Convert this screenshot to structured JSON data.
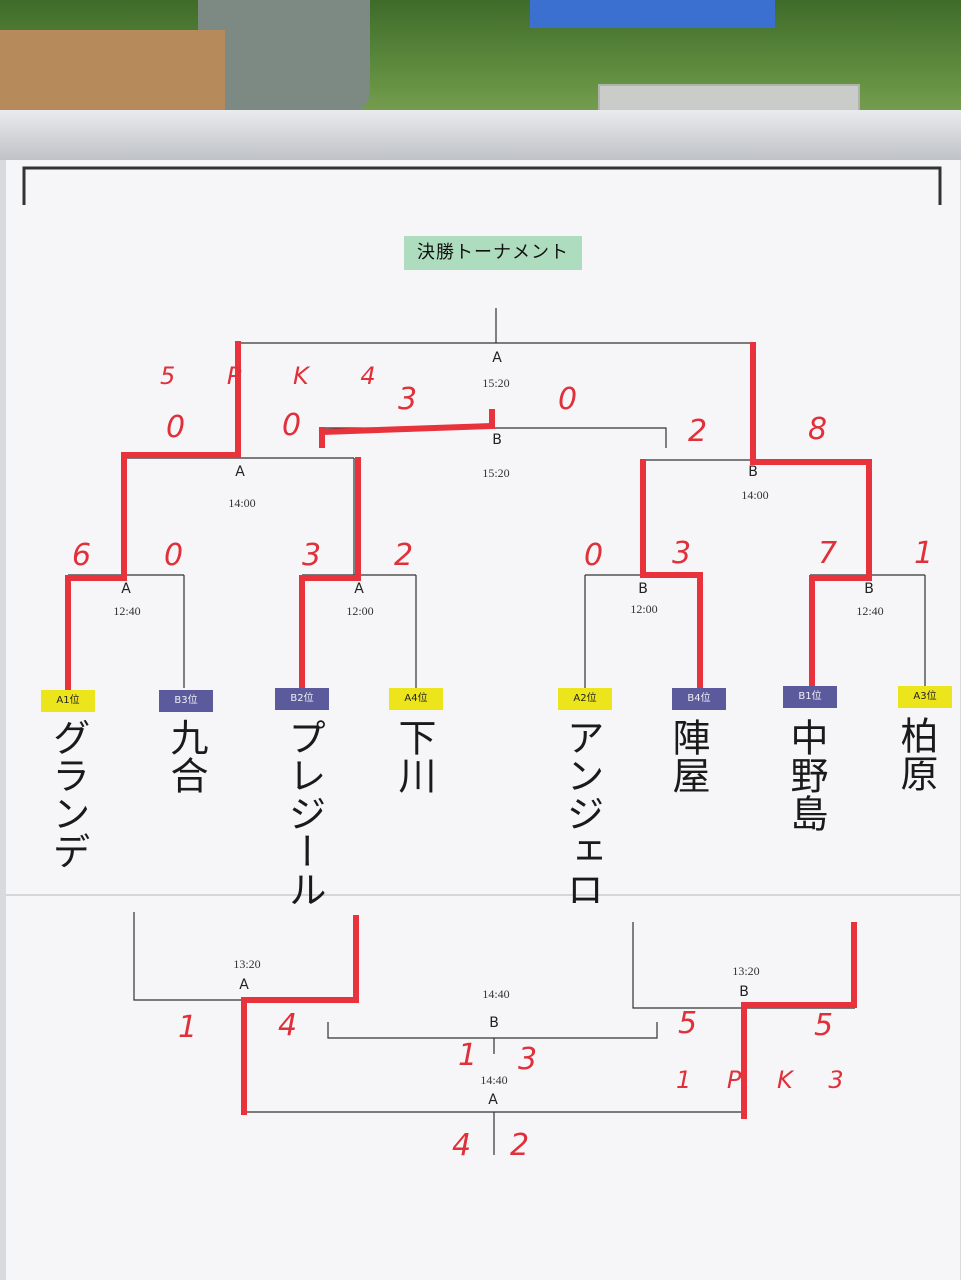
{
  "title": "決勝トーナメント",
  "badges": [
    "A1位",
    "B3位",
    "B2位",
    "A4位",
    "A2位",
    "B4位",
    "B1位",
    "A3位"
  ],
  "teams": [
    "グランデ",
    "九合",
    "プレジール",
    "下川",
    "アンジェロ",
    "陣屋",
    "中野島",
    "柏原"
  ],
  "matches": {
    "r1_1": {
      "label": "A",
      "time": "12:40"
    },
    "r1_2": {
      "label": "A",
      "time": "12:00"
    },
    "r1_3": {
      "label": "B",
      "time": "12:00"
    },
    "r1_4": {
      "label": "B",
      "time": "12:40"
    },
    "sf_1": {
      "label": "A",
      "time": "14:00"
    },
    "sf_2": {
      "label": "B",
      "time": "14:00"
    },
    "final_a": {
      "label": "A",
      "time": "15:20"
    },
    "third_b": {
      "label": "B",
      "time": "15:20"
    },
    "lower_a": {
      "label": "A",
      "time": "13:20"
    },
    "lower_b": {
      "label": "B",
      "time": "13:20"
    },
    "lower_mid_b": {
      "label": "B",
      "time": "14:40"
    },
    "lower_final_a": {
      "label": "A",
      "time": "14:40"
    }
  },
  "scores": {
    "r1": [
      "6",
      "0",
      "3",
      "2",
      "0",
      "3",
      "7",
      "1"
    ],
    "sf": [
      "0",
      "0",
      "2",
      "8"
    ],
    "third": [
      "3",
      "0"
    ],
    "final_pk": "5 P K 4",
    "lower_top": [
      "1",
      "4",
      "5",
      "5"
    ],
    "lower_mid": [
      "1",
      "3"
    ],
    "lower_pk": "1 P K 3",
    "lower_final": [
      "4",
      "2"
    ]
  },
  "colors": {
    "winner_line": "#e8323c",
    "bracket_line": "#333333",
    "badge_yellow": "#ece51b",
    "badge_purple": "#5b5a9d",
    "title_bg": "#aedcbf"
  }
}
